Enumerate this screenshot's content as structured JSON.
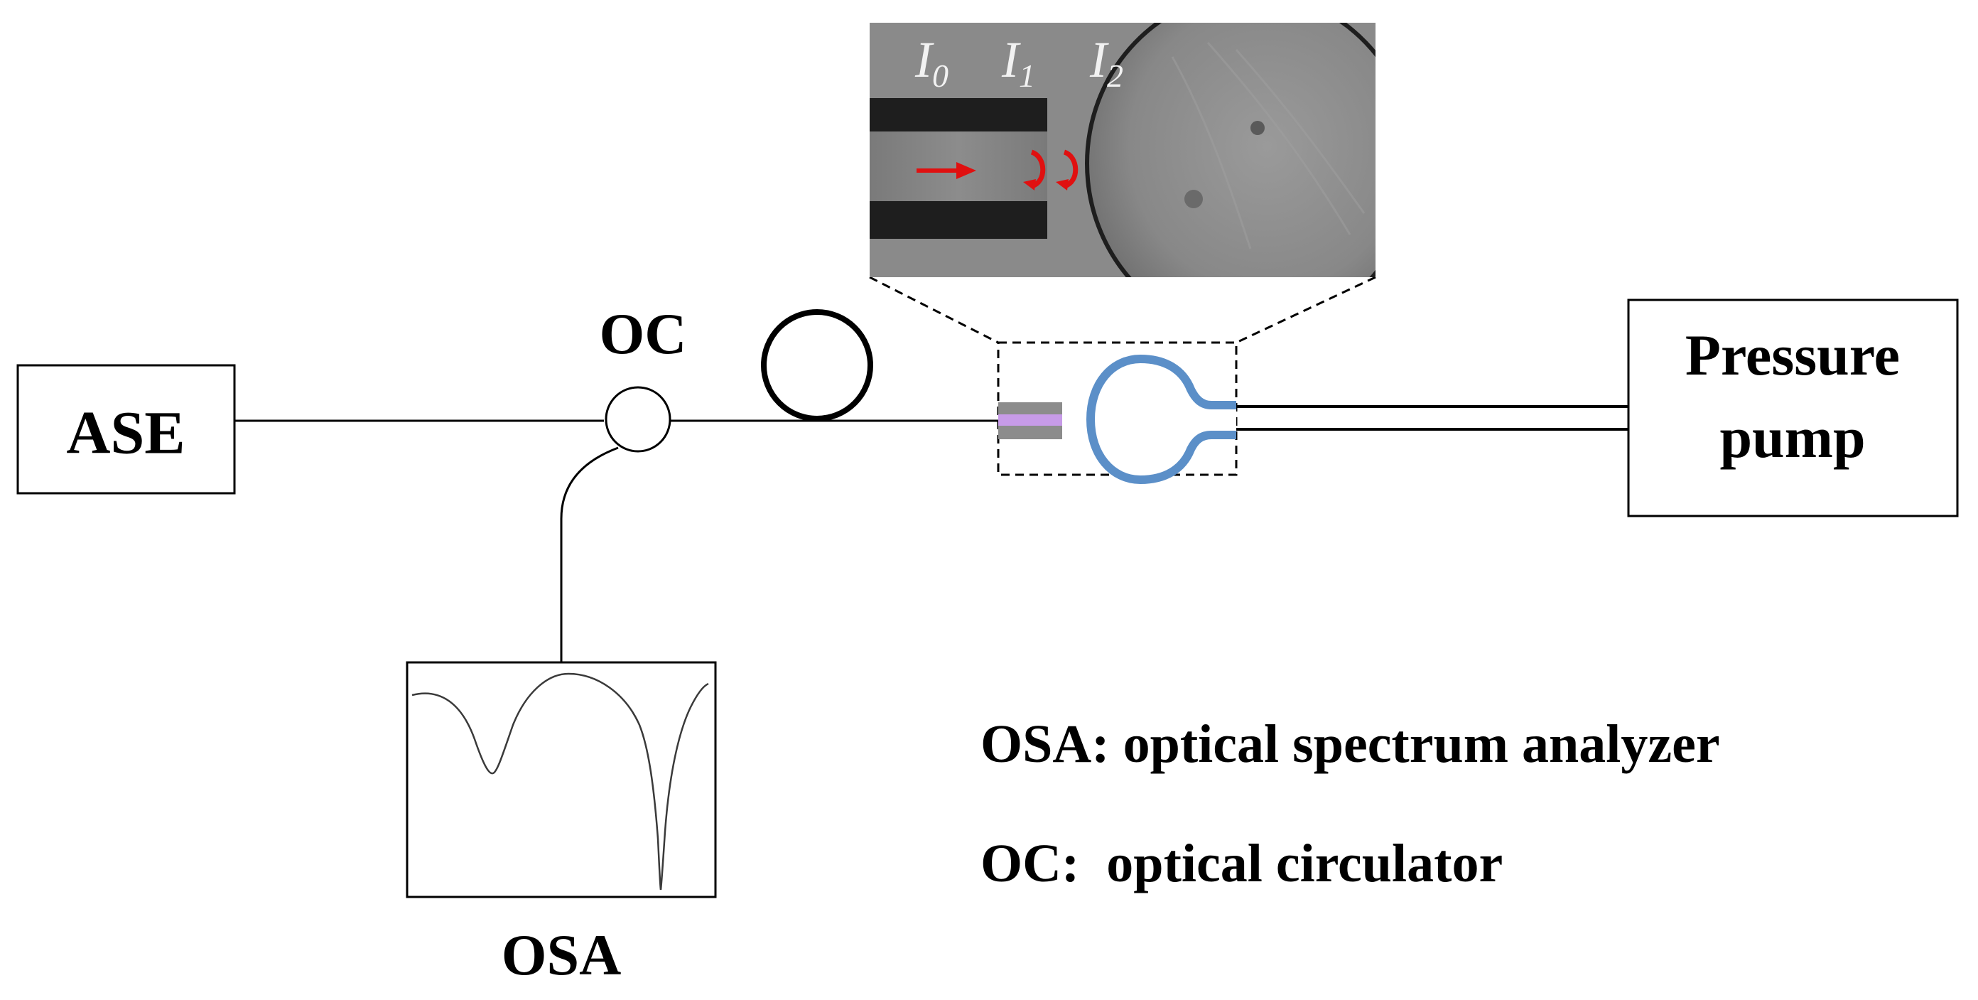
{
  "source_label": "ASE",
  "circulator_label": "OC",
  "pump_label_line1": "Pressure",
  "pump_label_line2": "pump",
  "analyzer_label": "OSA",
  "inset_labels": {
    "i0": {
      "base": "I",
      "sub": "0"
    },
    "i1": {
      "base": "I",
      "sub": "1"
    },
    "i2": {
      "base": "I",
      "sub": "2"
    }
  },
  "legend": {
    "osa": "OSA: optical spectrum analyzer",
    "oc": "OC:  optical circulator"
  },
  "colors": {
    "line": "#000000",
    "bubble": "#5b8fc8",
    "core": "#c79be8",
    "ferrule": "#8c8c8c",
    "reflection_arrow": "#e01010",
    "inset_background": "#8a8a8a"
  }
}
